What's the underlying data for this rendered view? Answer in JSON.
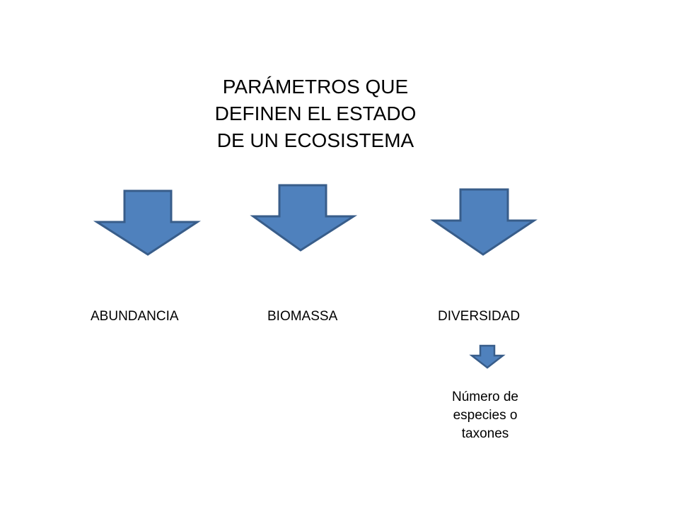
{
  "diagram": {
    "title_lines": [
      "PARÁMETROS QUE",
      "DEFINEN EL ESTADO",
      "DE UN ECOSISTEMA"
    ],
    "parameters": [
      {
        "label": "ABUNDANCIA"
      },
      {
        "label": "BIOMASSA"
      },
      {
        "label": "DIVERSIDAD"
      }
    ],
    "diversity_detail_lines": [
      "Número de",
      "especies o",
      "taxones"
    ]
  },
  "colors": {
    "arrow_fill": "#4f81bd",
    "arrow_stroke": "#385d8a"
  }
}
